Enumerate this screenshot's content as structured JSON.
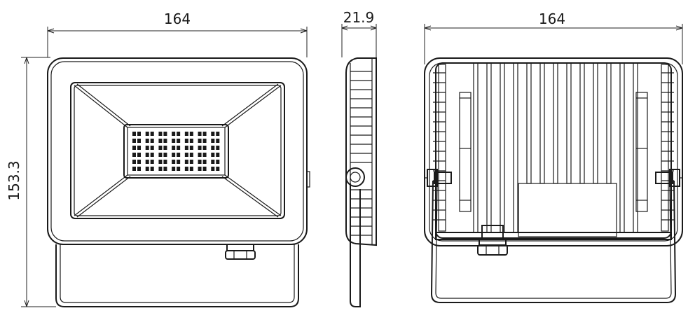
{
  "dimensions": {
    "front_width": "164",
    "front_height": "153.3",
    "side_depth": "21.9",
    "back_width": "164"
  },
  "led_grid": {
    "rows": 6,
    "cols": 7
  },
  "colors": {
    "line": "#1a1a1a",
    "background": "#ffffff"
  }
}
